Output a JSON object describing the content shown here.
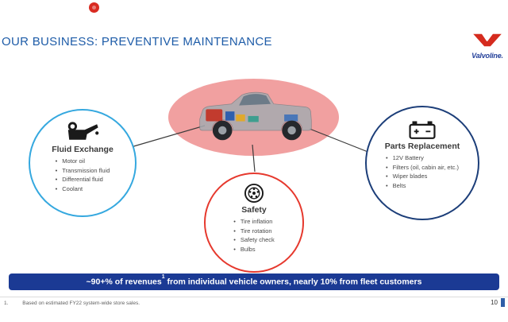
{
  "page": {
    "title": "OUR BUSINESS: PREVENTIVE MAINTENANCE",
    "title_color": "#1E5CA8",
    "top_marker_icon": "red-dot-icon"
  },
  "brand": {
    "wordmark": "Valvoline.",
    "logo_icon": "valvoline-v-icon",
    "red": "#D52B1E",
    "blue": "#23409A"
  },
  "diagram": {
    "ellipse_color": "#EF9393",
    "center_illustration": "car-cutaway-illustration",
    "nodes": [
      {
        "title": "Fluid Exchange",
        "icon": "oil-can-icon",
        "border_color": "#35A8DF",
        "items": [
          "Motor oil",
          "Transmission fluid",
          "Differential fluid",
          "Coolant"
        ]
      },
      {
        "title": "Safety",
        "icon": "wheel-icon",
        "border_color": "#E6392E",
        "items": [
          "Tire inflation",
          "Tire rotation",
          "Safety check",
          "Bulbs"
        ]
      },
      {
        "title": "Parts Replacement",
        "icon": "battery-icon",
        "border_color": "#1C3E79",
        "items": [
          "12V Battery",
          "Filters (oil, cabin air, etc.)",
          "Wiper blades",
          "Belts"
        ]
      }
    ]
  },
  "banner": {
    "background": "#1B3A94",
    "text_before_sup": "~90+% of revenues",
    "sup": "1",
    "text_after_sup": " from individual vehicle owners, nearly 10% from fleet customers"
  },
  "footer": {
    "footnote_marker": "1.",
    "footnote_text": "Based on estimated FY22 system-wide store sales.",
    "page_number": "10"
  }
}
